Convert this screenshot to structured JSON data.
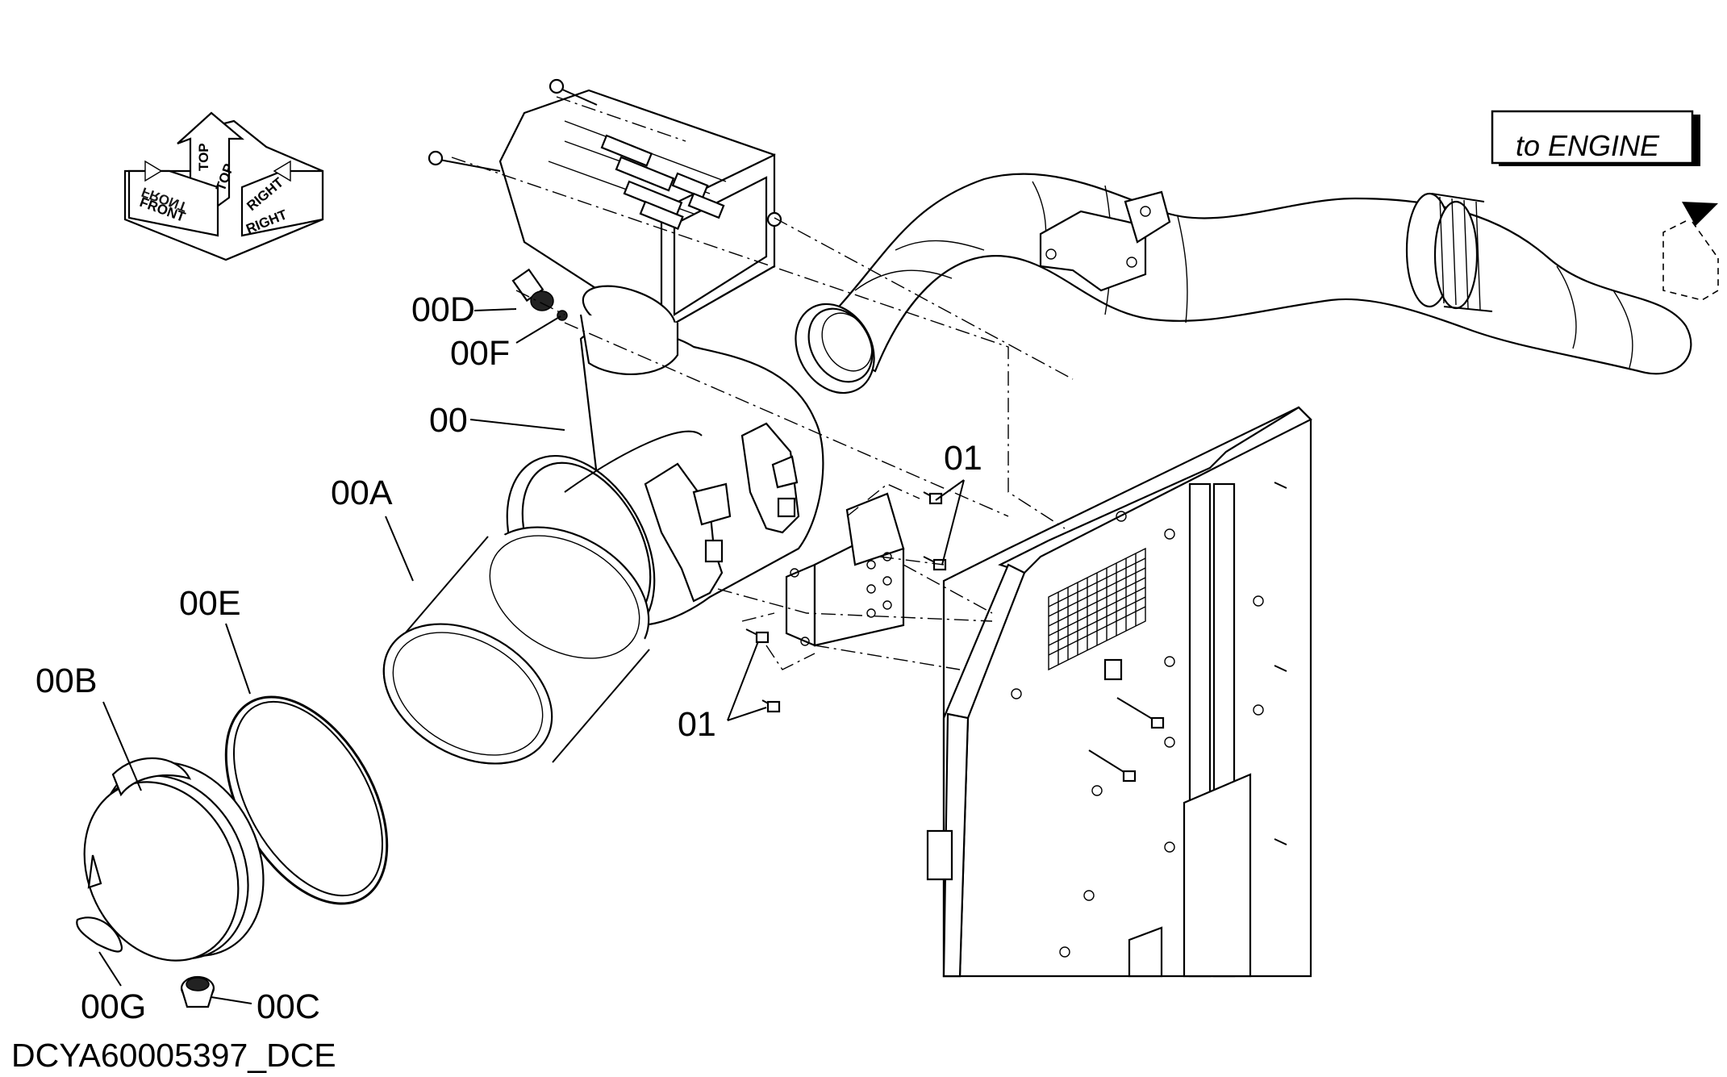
{
  "orientation_icon": {
    "labels": [
      "TOP",
      "FRONT",
      "RIGHT"
    ]
  },
  "callouts": {
    "to_engine": "to ENGINE",
    "p00D": "00D",
    "p00F": "00F",
    "p00": "00",
    "p00A": "00A",
    "p00E": "00E",
    "p00B": "00B",
    "p00G": "00G",
    "p00C": "00C",
    "p01_upper": "01",
    "p01_lower": "01"
  },
  "drawing_code": "DCYA60005397_DCE"
}
